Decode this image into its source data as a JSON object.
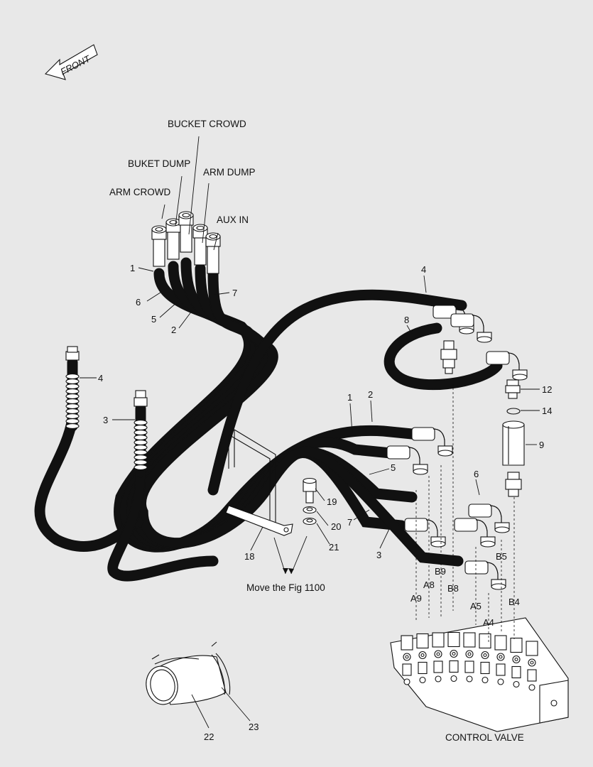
{
  "front_arrow": {
    "text": "FRONT"
  },
  "port_labels": {
    "bucket_crowd": "BUCKET CROWD",
    "buket_dump": "BUKET DUMP",
    "arm_dump": "ARM DUMP",
    "arm_crowd": "ARM CROWD",
    "aux_in": "AUX IN"
  },
  "callouts": {
    "c1_top": "1",
    "c6_top": "6",
    "c5_top": "5",
    "c2_top": "2",
    "c7_top": "7",
    "c4_left": "4",
    "c3_left": "3",
    "c4_top": "4",
    "c8": "8",
    "c12": "12",
    "c14": "14",
    "c9": "9",
    "c1_mid": "1",
    "c2_mid": "2",
    "c5_mid": "5",
    "c6_mid": "6",
    "c7_mid": "7",
    "c3_mid": "3",
    "c19": "19",
    "c20": "20",
    "c21": "21",
    "c18": "18",
    "c22": "22",
    "c23": "23"
  },
  "valve_ports": {
    "b5": "B5",
    "b9": "B9",
    "a8": "A8",
    "b8": "B8",
    "a9": "A9",
    "a5": "A5",
    "a4": "A4",
    "b4": "B4"
  },
  "notes": {
    "move_fig": "Move the Fig 1100",
    "control_valve": "CONTROL VALVE"
  }
}
